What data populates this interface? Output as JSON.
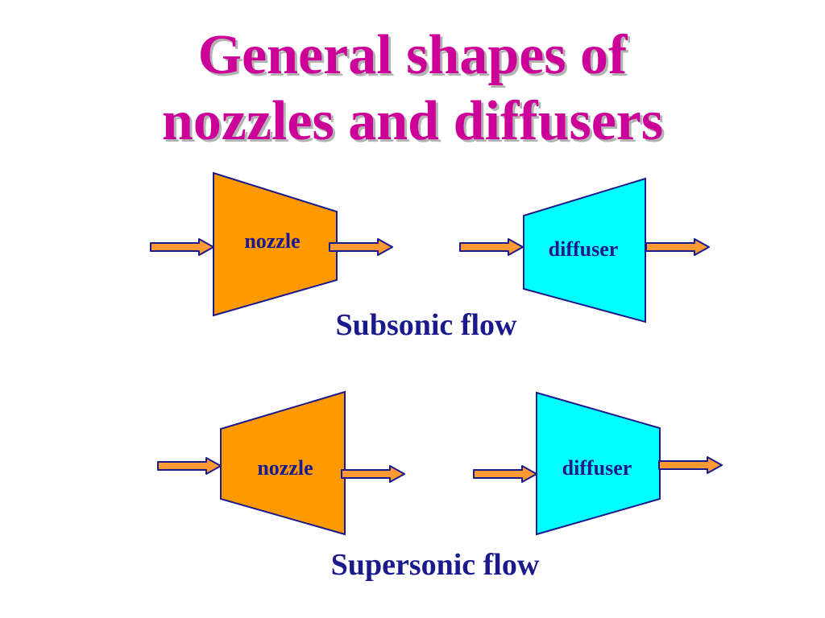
{
  "title": {
    "line1": "General shapes of",
    "line2": "nozzles and diffusers"
  },
  "subsonic": {
    "nozzle_label": "nozzle",
    "diffuser_label": "diffuser",
    "caption": "Subsonic flow"
  },
  "supersonic": {
    "nozzle_label": "nozzle",
    "diffuser_label": "diffuser",
    "caption": "Supersonic flow"
  },
  "colors": {
    "title": "#cc0099",
    "nozzle_fill": "#ff9900",
    "diffuser_fill": "#00ffff",
    "arrow_fill": "#ff9933",
    "outline": "#1a1a8c",
    "label_text": "#1a1a8c"
  }
}
